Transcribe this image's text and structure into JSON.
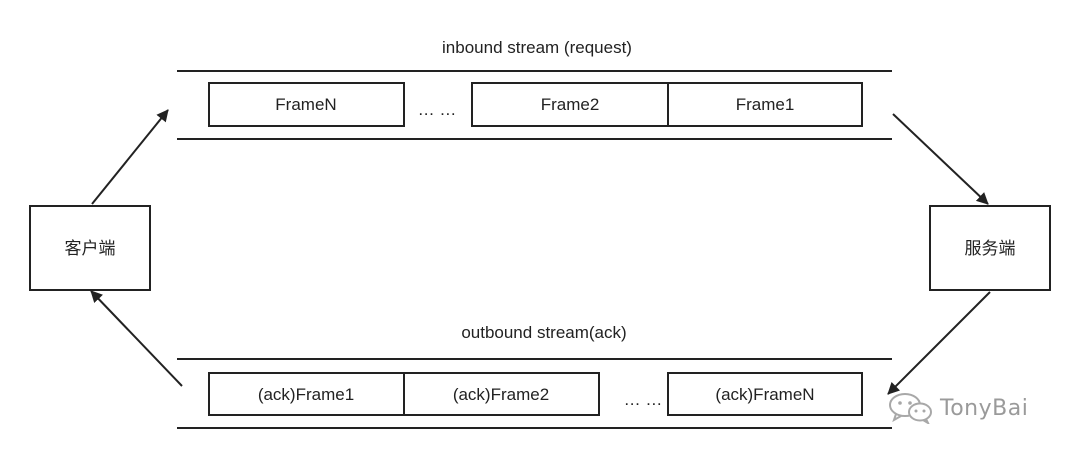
{
  "inbound": {
    "title": "inbound stream (request)",
    "frames": [
      "FrameN",
      "Frame2",
      "Frame1"
    ],
    "ellipsis": "… …"
  },
  "outbound": {
    "title": "outbound stream(ack)",
    "frames": [
      "(ack)Frame1",
      "(ack)Frame2",
      "(ack)FrameN"
    ],
    "ellipsis": "… …"
  },
  "nodes": {
    "client": "客户端",
    "server": "服务端"
  },
  "watermark": {
    "text": "TonyBai",
    "icon": "wechat-icon"
  }
}
